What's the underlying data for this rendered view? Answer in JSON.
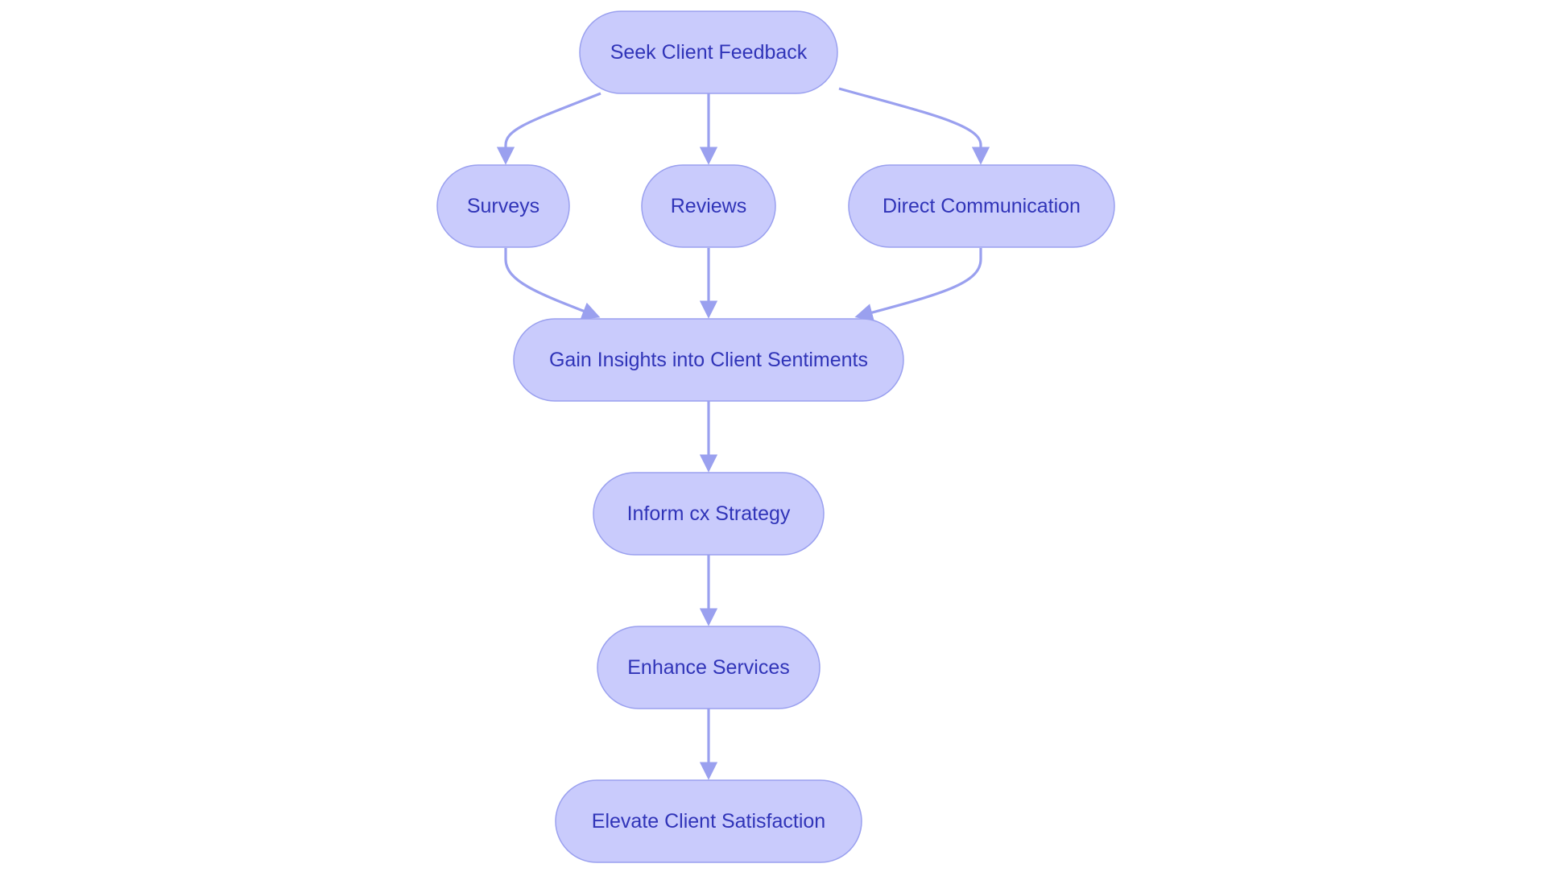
{
  "diagram": {
    "nodes": [
      {
        "id": "seek",
        "label": "Seek Client Feedback"
      },
      {
        "id": "surveys",
        "label": "Surveys"
      },
      {
        "id": "reviews",
        "label": "Reviews"
      },
      {
        "id": "direct",
        "label": "Direct Communication"
      },
      {
        "id": "insights",
        "label": "Gain Insights into Client Sentiments"
      },
      {
        "id": "inform",
        "label": "Inform cx Strategy"
      },
      {
        "id": "enhance",
        "label": "Enhance Services"
      },
      {
        "id": "elevate",
        "label": "Elevate Client Satisfaction"
      }
    ],
    "edges": [
      {
        "from": "seek",
        "to": "surveys"
      },
      {
        "from": "seek",
        "to": "reviews"
      },
      {
        "from": "seek",
        "to": "direct"
      },
      {
        "from": "surveys",
        "to": "insights"
      },
      {
        "from": "reviews",
        "to": "insights"
      },
      {
        "from": "direct",
        "to": "insights"
      },
      {
        "from": "insights",
        "to": "inform"
      },
      {
        "from": "inform",
        "to": "enhance"
      },
      {
        "from": "enhance",
        "to": "elevate"
      }
    ],
    "colors": {
      "node_fill": "#c9cbfc",
      "node_stroke": "#9aa0ef",
      "edge": "#9aa0ef",
      "text": "#3034b8"
    }
  }
}
